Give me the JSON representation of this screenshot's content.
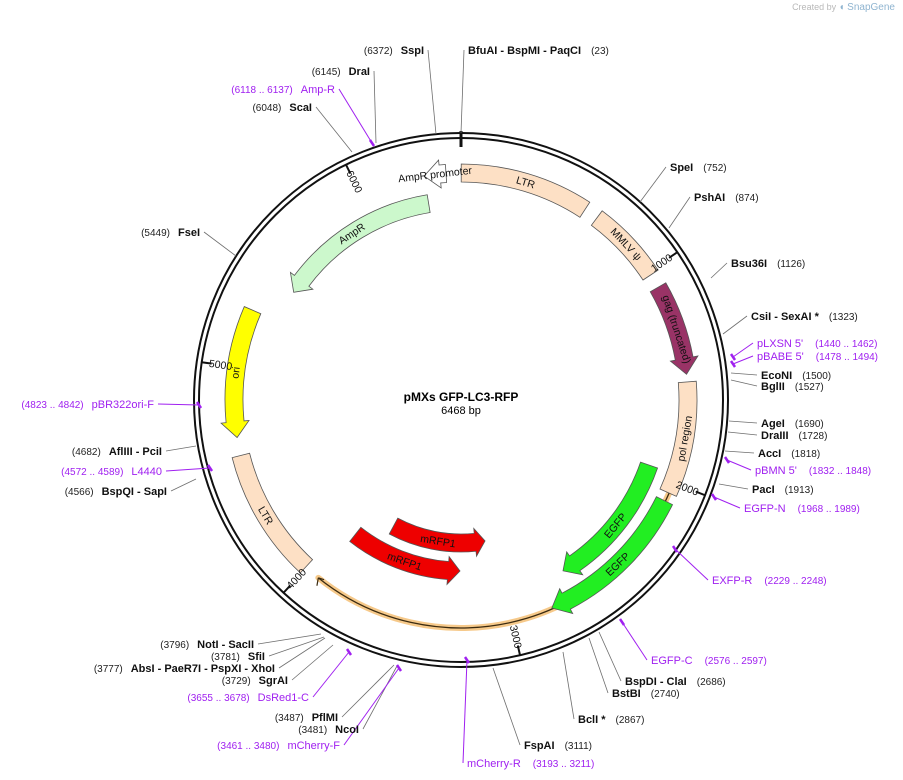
{
  "brand": {
    "created_by": "Created by",
    "app": "SnapGene"
  },
  "plasmid": {
    "name": "pMXs GFP-LC3-RFP",
    "length_label": "6468 bp",
    "total_bp": 6468
  },
  "ruler": [
    {
      "bp": 1000,
      "label": "1000"
    },
    {
      "bp": 2000,
      "label": "2000"
    },
    {
      "bp": 3000,
      "label": "3000"
    },
    {
      "bp": 4000,
      "label": "4000"
    },
    {
      "bp": 5000,
      "label": "5000"
    },
    {
      "bp": 6000,
      "label": "6000"
    }
  ],
  "features": [
    {
      "name": "LTR",
      "start": 1,
      "end": 594,
      "strand": "none",
      "color": "#fde0c5",
      "track": 0
    },
    {
      "name": "MMLV ψ",
      "start": 660,
      "end": 1017,
      "strand": "none",
      "color": "#fde0c5",
      "track": 0
    },
    {
      "name": "gag (truncated)",
      "start": 1082,
      "end": 1500,
      "strand": "fwd",
      "color": "#993366",
      "track": 0
    },
    {
      "name": "pol region",
      "start": 1535,
      "end": 2050,
      "strand": "none",
      "color": "#fde0c5",
      "track": 0
    },
    {
      "name": "EGFP",
      "start": 2090,
      "end": 2810,
      "strand": "fwd",
      "color": "#22ee22",
      "track": 0
    },
    {
      "name": "EGFP",
      "start": 1960,
      "end": 2680,
      "strand": "fwd",
      "color": "#22ee22",
      "track": 1
    },
    {
      "name": "mRFP1",
      "start": 3240,
      "end": 3920,
      "strand": "rev",
      "color": "#ee0000",
      "track": 2
    },
    {
      "name": "mRFP1",
      "start": 3060,
      "end": 3740,
      "strand": "rev",
      "color": "#ee0000",
      "track": 3
    },
    {
      "name": "LTR",
      "start": 4005,
      "end": 4597,
      "strand": "none",
      "color": "#fde0c5",
      "track": 0
    },
    {
      "name": "ori",
      "start": 4680,
      "end": 5270,
      "strand": "rev",
      "color": "#ffff00",
      "track": 0
    },
    {
      "name": "AmpR",
      "start": 5440,
      "end": 6300,
      "strand": "rev",
      "color": "#ccf8cc",
      "track": 1
    },
    {
      "name": "AmpR promoter",
      "start": 6300,
      "end": 6400,
      "strand": "rev",
      "color": "#ffffff",
      "track": 0
    }
  ],
  "sites": [
    {
      "enzymes": [
        "BfuAI",
        "BspMI",
        "PaqCI"
      ],
      "pos": "(23)",
      "side": "right"
    },
    {
      "enzymes": [
        "SpeI"
      ],
      "pos": "(752)",
      "side": "right"
    },
    {
      "enzymes": [
        "PshAI"
      ],
      "pos": "(874)",
      "side": "right"
    },
    {
      "enzymes": [
        "Bsu36I"
      ],
      "pos": "(1126)",
      "side": "right"
    },
    {
      "enzymes": [
        "CsiI",
        "SexAI *"
      ],
      "pos": "(1323)",
      "side": "right"
    },
    {
      "enzymes": [
        "EcoNI"
      ],
      "pos": "(1500)",
      "side": "right"
    },
    {
      "enzymes": [
        "BglII"
      ],
      "pos": "(1527)",
      "side": "right"
    },
    {
      "enzymes": [
        "AgeI"
      ],
      "pos": "(1690)",
      "side": "right"
    },
    {
      "enzymes": [
        "DraIII"
      ],
      "pos": "(1728)",
      "side": "right"
    },
    {
      "enzymes": [
        "AccI"
      ],
      "pos": "(1818)",
      "side": "right"
    },
    {
      "enzymes": [
        "PacI"
      ],
      "pos": "(1913)",
      "side": "right"
    },
    {
      "enzymes": [
        "BspDI",
        "ClaI"
      ],
      "pos": "(2686)",
      "side": "right"
    },
    {
      "enzymes": [
        "BstBI"
      ],
      "pos": "(2740)",
      "side": "right"
    },
    {
      "enzymes": [
        "BclI *"
      ],
      "pos": "(2867)",
      "side": "right"
    },
    {
      "enzymes": [
        "FspAI"
      ],
      "pos": "(3111)",
      "side": "right"
    },
    {
      "enzymes": [
        "NcoI"
      ],
      "pos": "(3481)",
      "side": "left"
    },
    {
      "enzymes": [
        "PflMI"
      ],
      "pos": "(3487)",
      "side": "left"
    },
    {
      "enzymes": [
        "SgrAI"
      ],
      "pos": "(3729)",
      "side": "left"
    },
    {
      "enzymes": [
        "AbsI",
        "PaeR7I",
        "PspXI",
        "XhoI"
      ],
      "pos": "(3777)",
      "side": "left"
    },
    {
      "enzymes": [
        "SfiI"
      ],
      "pos": "(3781)",
      "side": "left"
    },
    {
      "enzymes": [
        "NotI",
        "SacII"
      ],
      "pos": "(3796)",
      "side": "left"
    },
    {
      "enzymes": [
        "BspQI",
        "SapI"
      ],
      "pos": "(4566)",
      "side": "left"
    },
    {
      "enzymes": [
        "AflIII",
        "PciI"
      ],
      "pos": "(4682)",
      "side": "left"
    },
    {
      "enzymes": [
        "FseI"
      ],
      "pos": "(5449)",
      "side": "left"
    },
    {
      "enzymes": [
        "ScaI"
      ],
      "pos": "(6048)",
      "side": "left"
    },
    {
      "enzymes": [
        "DraI"
      ],
      "pos": "(6145)",
      "side": "left"
    },
    {
      "enzymes": [
        "SspI"
      ],
      "pos": "(6372)",
      "side": "left"
    }
  ],
  "primers": [
    {
      "name": "pLXSN 5'",
      "range": "(1440 .. 1462)",
      "side": "right"
    },
    {
      "name": "pBABE 5'",
      "range": "(1478 .. 1494)",
      "side": "right"
    },
    {
      "name": "pBMN 5'",
      "range": "(1832 .. 1848)",
      "side": "right"
    },
    {
      "name": "EGFP-N",
      "range": "(1968 .. 1989)",
      "side": "right"
    },
    {
      "name": "EXFP-R",
      "range": "(2229 .. 2248)",
      "side": "right"
    },
    {
      "name": "EGFP-C",
      "range": "(2576 .. 2597)",
      "side": "right"
    },
    {
      "name": "mCherry-R",
      "range": "(3193 .. 3211)",
      "side": "right"
    },
    {
      "name": "mCherry-F",
      "range": "(3461 .. 3480)",
      "side": "left"
    },
    {
      "name": "DsRed1-C",
      "range": "(3655 .. 3678)",
      "side": "left"
    },
    {
      "name": "L4440",
      "range": "(4572 .. 4589)",
      "side": "left"
    },
    {
      "name": "pBR322ori-F",
      "range": "(4823 .. 4842)",
      "side": "left"
    },
    {
      "name": "Amp-R",
      "range": "(6118 .. 6137)",
      "side": "left"
    }
  ],
  "colors": {
    "backbone": "#111111",
    "primer": "#a020f0",
    "leader": "#6e6e6e",
    "highlight": "#f6c98a"
  }
}
